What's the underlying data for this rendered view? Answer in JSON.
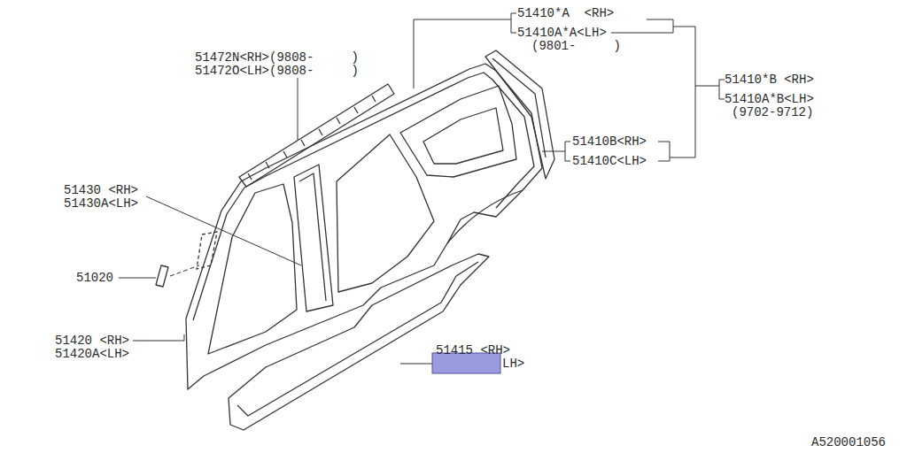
{
  "diagram": {
    "labels": [
      "51472N<RH>(9808-     )",
      "51472O<LH>(9808-     )",
      "51410*A  <RH>",
      "51410A*A<LH>",
      "(9801-     )",
      "51410*B <RH>",
      "51410A*B<LH>",
      "(9702-9712)",
      "51410B<RH>",
      "51410C<LH>",
      "51430 <RH>",
      "51430A<LH>",
      "51020",
      "51420 <RH>",
      "51420A<LH>",
      "51415 <RH>",
      "LH>",
      "A520001056"
    ]
  }
}
